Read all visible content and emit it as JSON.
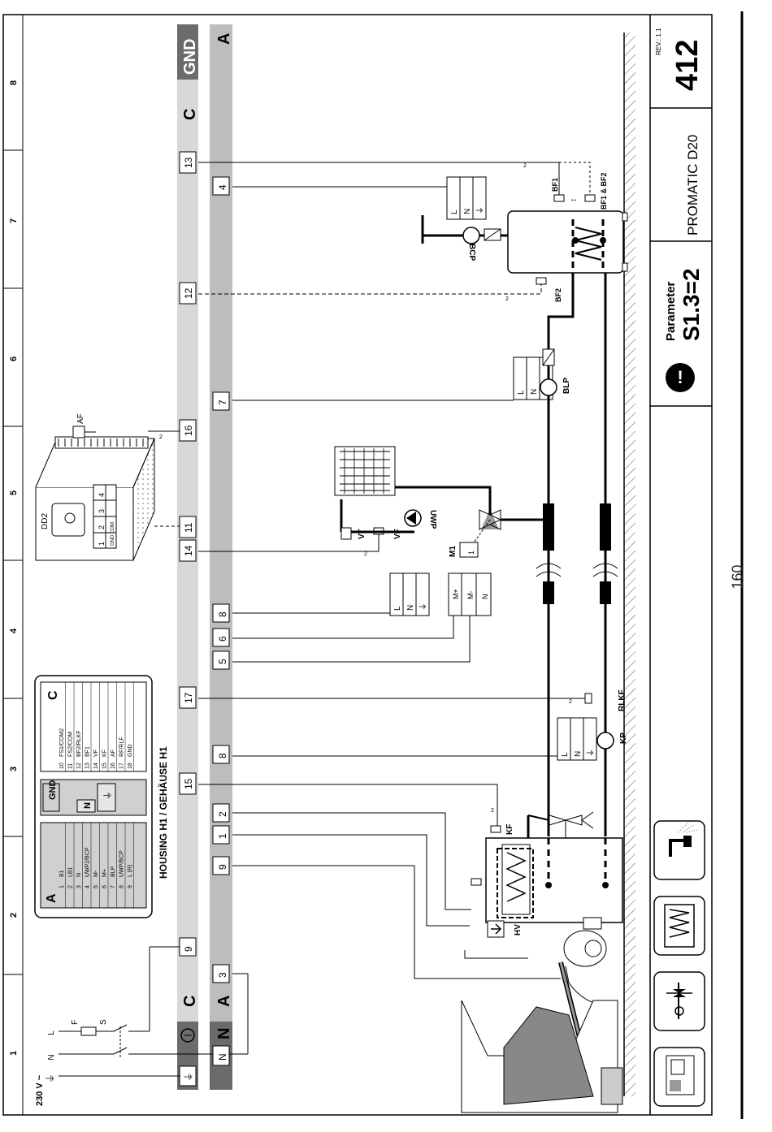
{
  "page_number": "160",
  "title_block": {
    "rev": "REV.: 1.1",
    "drawing_number": "412",
    "product": "PROMATIC D20",
    "parameter_label": "Parameter",
    "parameter_value": "S1.3=2"
  },
  "grid_columns": [
    "1",
    "2",
    "3",
    "4",
    "5",
    "6",
    "7",
    "8"
  ],
  "supply": {
    "voltage": "230 V ~",
    "lines": [
      "N",
      "L"
    ],
    "switch": "S",
    "fuse": "F"
  },
  "housing_label": "HOUSING H1 / GEHÄUSE H1",
  "rail_a": {
    "name": "A",
    "n_label": "N",
    "terminals": [
      "3",
      "9",
      "1",
      "2",
      "8",
      "5",
      "6",
      "8",
      "7",
      "4"
    ]
  },
  "rail_c": {
    "name": "C",
    "gnd_label": "GND",
    "terminals": [
      "9",
      "15",
      "17",
      "14",
      "11",
      "16",
      "12",
      "13"
    ]
  },
  "legend_a": {
    "title": "A",
    "rows": [
      {
        "num": "1",
        "name": "B1"
      },
      {
        "num": "2",
        "name": "LB1"
      },
      {
        "num": "3",
        "name": "N"
      },
      {
        "num": "4",
        "name": "UWP2/BCP"
      },
      {
        "num": "5",
        "name": "M-"
      },
      {
        "num": "6",
        "name": "M+"
      },
      {
        "num": "7",
        "name": "BLP"
      },
      {
        "num": "8",
        "name": "UWP/BCP"
      },
      {
        "num": "9",
        "name": "L (R)"
      }
    ]
  },
  "legend_mid": {
    "n": "N",
    "gnd": "GND",
    "earth": "⏚"
  },
  "legend_c": {
    "title": "C",
    "rows": [
      {
        "num": "10",
        "name": "FS1/COM2"
      },
      {
        "num": "11",
        "name": "FS2/COM"
      },
      {
        "num": "12",
        "name": "BF2/RLKF"
      },
      {
        "num": "13",
        "name": "BF1"
      },
      {
        "num": "14",
        "name": "VF"
      },
      {
        "num": "15",
        "name": "KF"
      },
      {
        "num": "16",
        "name": "AF"
      },
      {
        "num": "17",
        "name": "RF/RLF"
      },
      {
        "num": "18",
        "name": "GND"
      }
    ]
  },
  "components": {
    "kf": "KF",
    "kp": "KP",
    "rlkf": "RLKF",
    "hv": "HV",
    "m1": "M1",
    "uwp": "UWP",
    "vf": "VF",
    "vt": "VT",
    "blp": "BLP",
    "bcp": "BCP",
    "bf1": "BF1",
    "bf2": "BF2",
    "bf1bf2": "BF1 & BF2",
    "dd2": "DD2",
    "af": "AF"
  },
  "connector_labels": {
    "l": "L",
    "n": "N",
    "m_plus": "M+",
    "m_minus": "M-",
    "one": "1",
    "two": "2",
    "three": "3",
    "four": "4",
    "gndcom": "GND COM"
  },
  "wire_count": "2"
}
